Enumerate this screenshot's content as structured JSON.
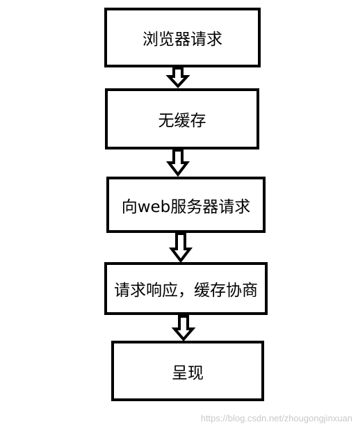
{
  "steps": [
    "浏览器请求",
    "无缓存",
    "向web服务器请求",
    "请求响应，缓存协商",
    "呈现"
  ],
  "watermark": "https://blog.csdn.net/zhougongjinxuan"
}
